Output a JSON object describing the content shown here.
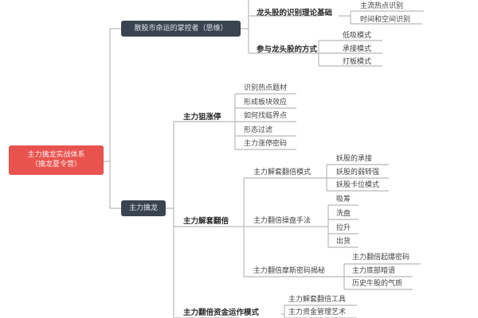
{
  "diagram": {
    "root": {
      "line1": "主力擒龙实战体系",
      "line2": "（擒龙夏令营）"
    },
    "branches": [
      {
        "label": "散股市命运的掌控者（思维）",
        "children": [
          {
            "label": "龙头股的识别理论基础",
            "children": [
              "主流热点识别",
              "时间和空间识别"
            ]
          },
          {
            "label": "参与龙头股的方式",
            "children": [
              "低吸模式",
              "承接模式",
              "打板模式"
            ]
          }
        ]
      },
      {
        "label": "主力擒龙",
        "children": [
          {
            "label": "主力狙涨停",
            "children": [
              "识别热点题材",
              "形成板块效应",
              "如何找临界点",
              "形态过滤",
              "主力涨停密码"
            ]
          },
          {
            "label": "主力解套翻倍",
            "children": [
              {
                "label": "主力解套翻倍模式",
                "children": [
                  "妖股的承接",
                  "妖股的弱转强",
                  "妖股卡位模式"
                ]
              },
              {
                "label": "主力翻倍操盘手法",
                "children": [
                  "吸筹",
                  "洗盘",
                  "拉升",
                  "出货"
                ]
              },
              {
                "label": "主力翻倍摩斯密码揭秘",
                "children": [
                  "主力翻倍起爆密码",
                  "主力底部暗语",
                  "历史牛股的气质"
                ]
              }
            ]
          },
          {
            "label": "主力翻倍资金运作模式",
            "children": [
              "主力解套翻倍工具",
              "主力资金管理艺术"
            ]
          }
        ]
      }
    ]
  },
  "colors": {
    "root_bg": "#e8534f",
    "main_bg": "#3a4450",
    "line": "#b9b9b9"
  }
}
